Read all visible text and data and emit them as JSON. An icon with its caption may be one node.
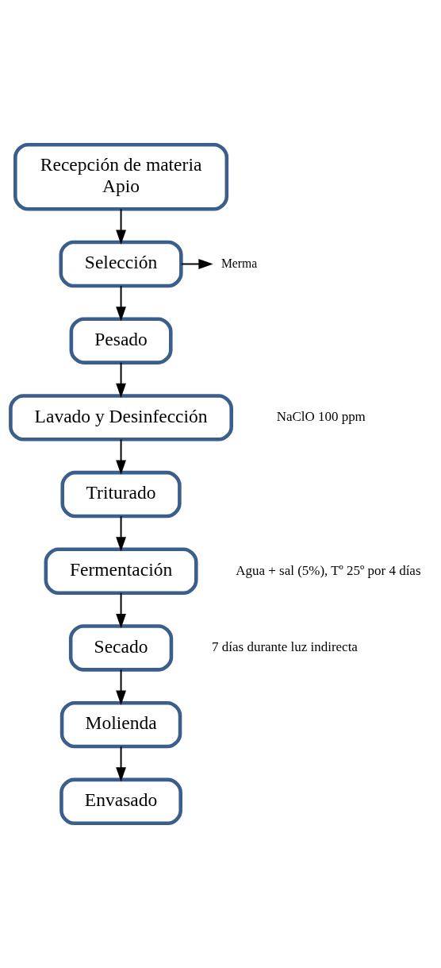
{
  "diagram": {
    "nodes": [
      {
        "text": [
          "Recepción de materia",
          "Apio"
        ]
      },
      {
        "text": [
          "Selección"
        ]
      },
      {
        "text": [
          "Merma"
        ]
      },
      {
        "text": [
          "Pesado"
        ]
      },
      {
        "text": [
          "Lavado y Desinfección"
        ],
        "beside": [
          "NaClO 100 ppm"
        ]
      },
      {
        "text": [
          "Triturado"
        ]
      },
      {
        "text": [
          "Fermentación"
        ],
        "beside": [
          "Agua + sal (5%), Tº 25º por 4 días"
        ]
      },
      {
        "text": [
          "Secado"
        ],
        "beside": [
          "7 días durante luz indirecta"
        ]
      },
      {
        "text": [
          "Molienda"
        ]
      },
      {
        "text": [
          "Envasado"
        ]
      }
    ],
    "edges": [
      {
        "from": 0,
        "to": 1,
        "arrow": "to"
      },
      {
        "from": 1,
        "to": 2,
        "arrow": "to"
      },
      {
        "from": 1,
        "to": 3,
        "arrow": "to"
      },
      {
        "from": 3,
        "to": 4,
        "arrow": "to"
      },
      {
        "from": 4,
        "to": 5,
        "arrow": "to"
      },
      {
        "from": 5,
        "to": 6,
        "arrow": "to"
      },
      {
        "from": 6,
        "to": 7,
        "arrow": "to"
      },
      {
        "from": 7,
        "to": 8,
        "arrow": "to"
      },
      {
        "from": 8,
        "to": 9,
        "arrow": "to"
      }
    ]
  }
}
